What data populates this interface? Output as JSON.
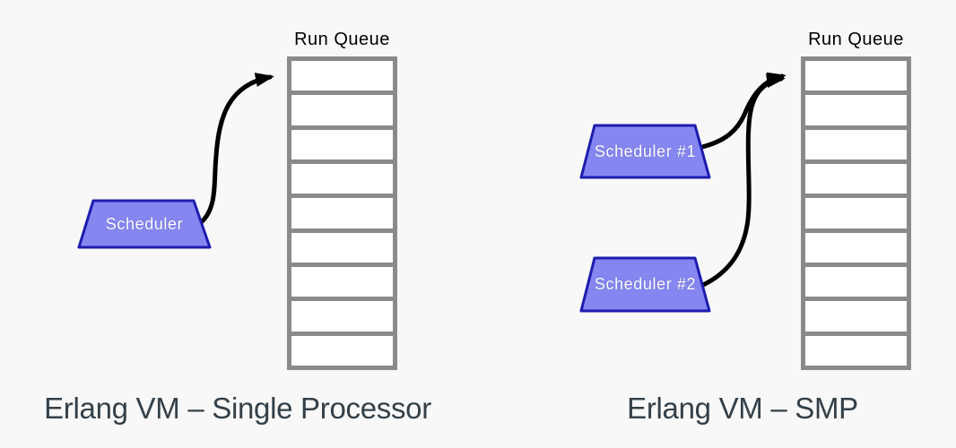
{
  "colors": {
    "background": "#f8f8f8",
    "scheduler_fill": "#8686f0",
    "scheduler_border": "#1d1dae",
    "queue_border": "#8a8a8a",
    "queue_cell_fill": "#ffffff",
    "queue_label_color": "#000000",
    "caption_color": "#334049",
    "arrow_color": "#000000"
  },
  "diagrams": {
    "left": {
      "caption": "Erlang VM – Single Processor",
      "queue_label": "Run Queue",
      "queue_cells": 9,
      "schedulers": [
        {
          "label": "Scheduler"
        }
      ]
    },
    "right": {
      "caption": "Erlang VM – SMP",
      "queue_label": "Run Queue",
      "queue_cells": 9,
      "schedulers": [
        {
          "label": "Scheduler #1"
        },
        {
          "label": "Scheduler #2"
        }
      ]
    }
  }
}
